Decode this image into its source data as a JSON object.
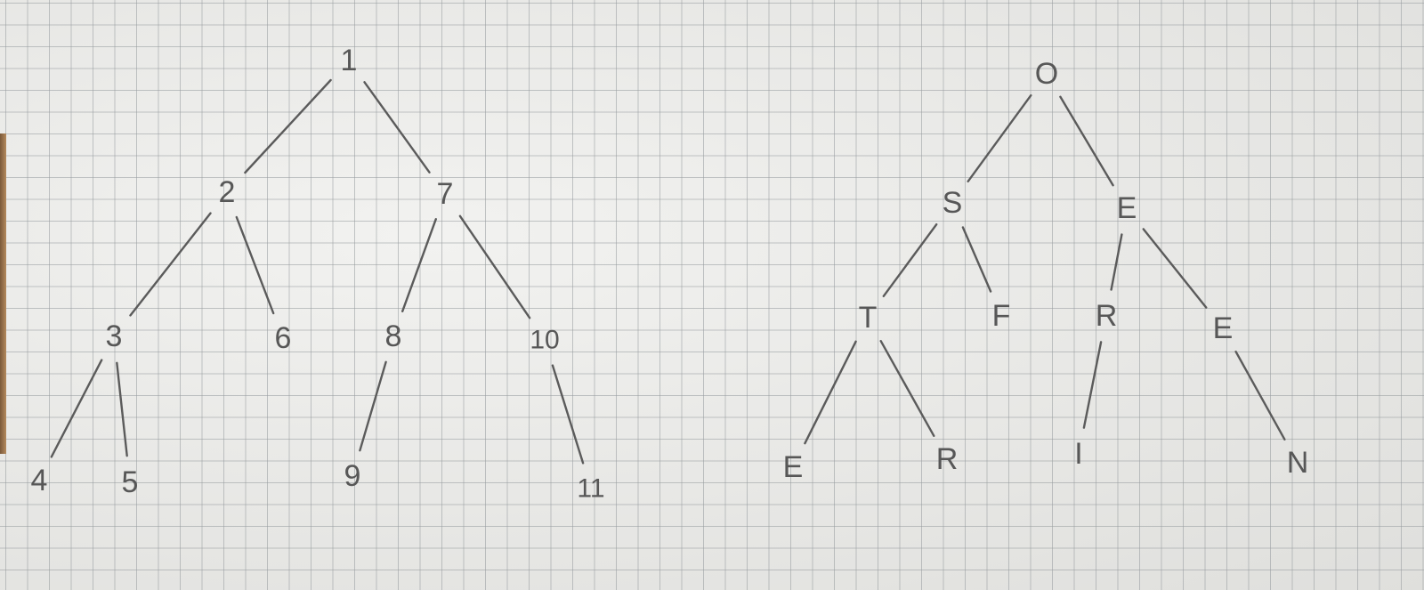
{
  "tree_numbers": {
    "nodes": [
      {
        "id": "n1",
        "label": "1"
      },
      {
        "id": "n2",
        "label": "2"
      },
      {
        "id": "n7",
        "label": "7"
      },
      {
        "id": "n3",
        "label": "3"
      },
      {
        "id": "n6",
        "label": "6"
      },
      {
        "id": "n8",
        "label": "8"
      },
      {
        "id": "n10",
        "label": "10"
      },
      {
        "id": "n4",
        "label": "4"
      },
      {
        "id": "n5",
        "label": "5"
      },
      {
        "id": "n9",
        "label": "9"
      },
      {
        "id": "n11",
        "label": "11"
      }
    ],
    "edges": [
      [
        "n1",
        "n2"
      ],
      [
        "n1",
        "n7"
      ],
      [
        "n2",
        "n3"
      ],
      [
        "n2",
        "n6"
      ],
      [
        "n7",
        "n8"
      ],
      [
        "n7",
        "n10"
      ],
      [
        "n3",
        "n4"
      ],
      [
        "n3",
        "n5"
      ],
      [
        "n8",
        "n9"
      ],
      [
        "n10",
        "n11"
      ]
    ]
  },
  "tree_letters": {
    "nodes": [
      {
        "id": "l0",
        "label": "O"
      },
      {
        "id": "lS",
        "label": "S"
      },
      {
        "id": "lE1",
        "label": "E"
      },
      {
        "id": "lT",
        "label": "T"
      },
      {
        "id": "lF",
        "label": "F"
      },
      {
        "id": "lR1",
        "label": "R"
      },
      {
        "id": "lE2",
        "label": "E"
      },
      {
        "id": "lE3",
        "label": "E"
      },
      {
        "id": "lR2",
        "label": "R"
      },
      {
        "id": "lI",
        "label": "I"
      },
      {
        "id": "lN",
        "label": "N"
      }
    ],
    "edges": [
      [
        "l0",
        "lS"
      ],
      [
        "l0",
        "lE1"
      ],
      [
        "lS",
        "lT"
      ],
      [
        "lS",
        "lF"
      ],
      [
        "lE1",
        "lR1"
      ],
      [
        "lE1",
        "lE2"
      ],
      [
        "lT",
        "lE3"
      ],
      [
        "lT",
        "lR2"
      ],
      [
        "lR1",
        "lI"
      ],
      [
        "lE2",
        "lN"
      ]
    ]
  }
}
